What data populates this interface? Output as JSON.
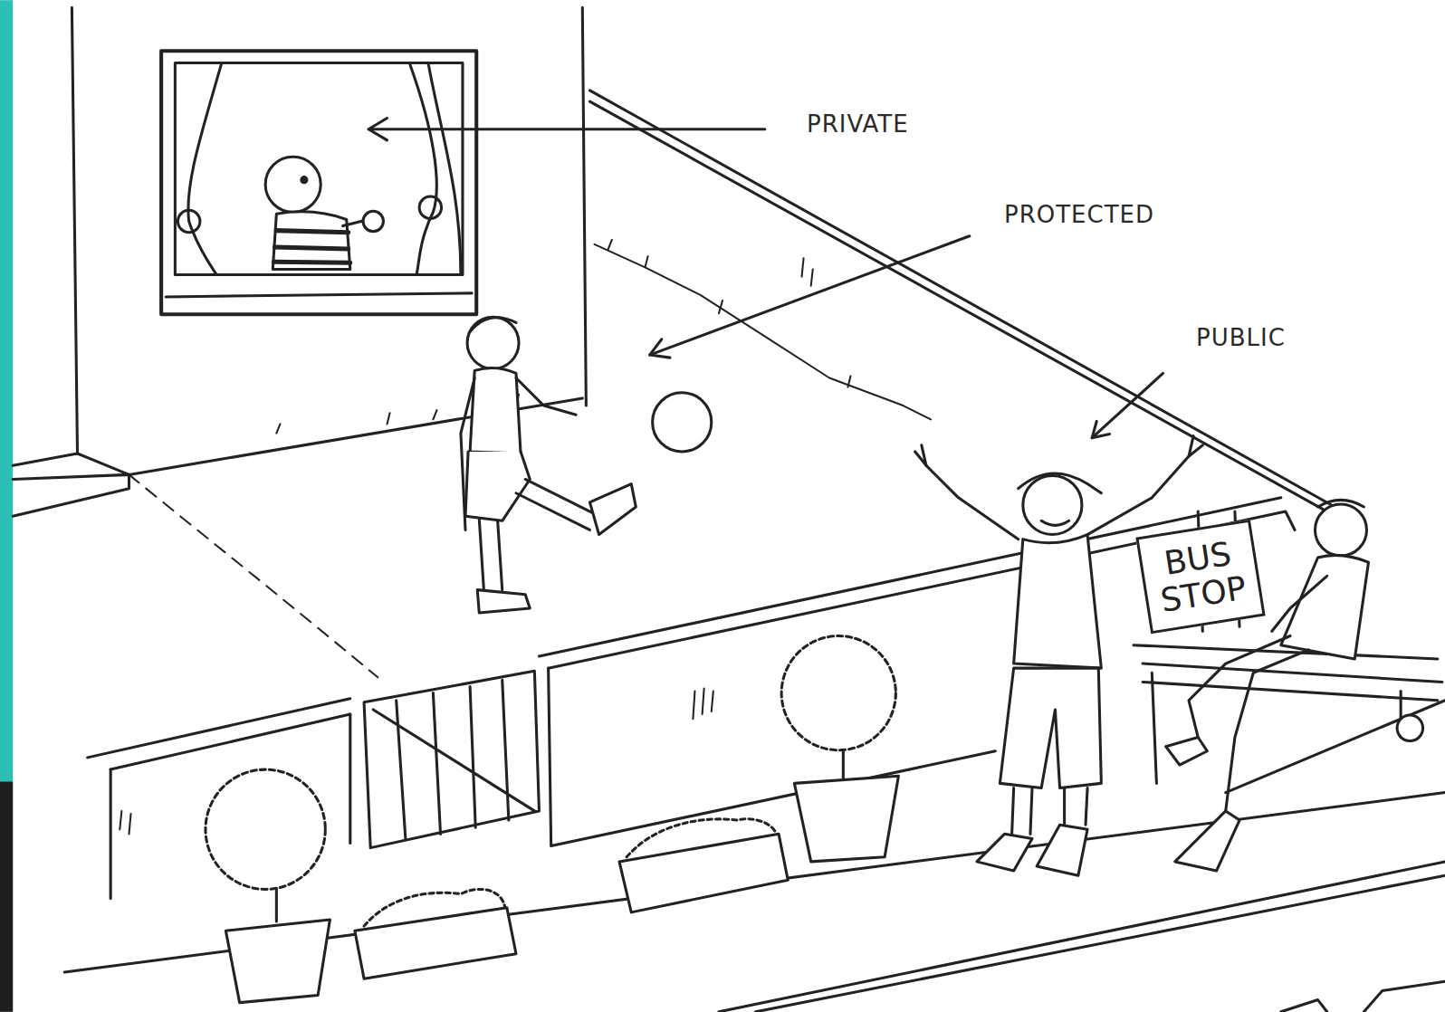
{
  "diagram": {
    "nodes": [
      {
        "text": [
          "BUS STOP"
        ]
      }
    ],
    "labels": [
      "PRIVATE",
      "PROTECTED",
      "PUBLIC"
    ]
  }
}
